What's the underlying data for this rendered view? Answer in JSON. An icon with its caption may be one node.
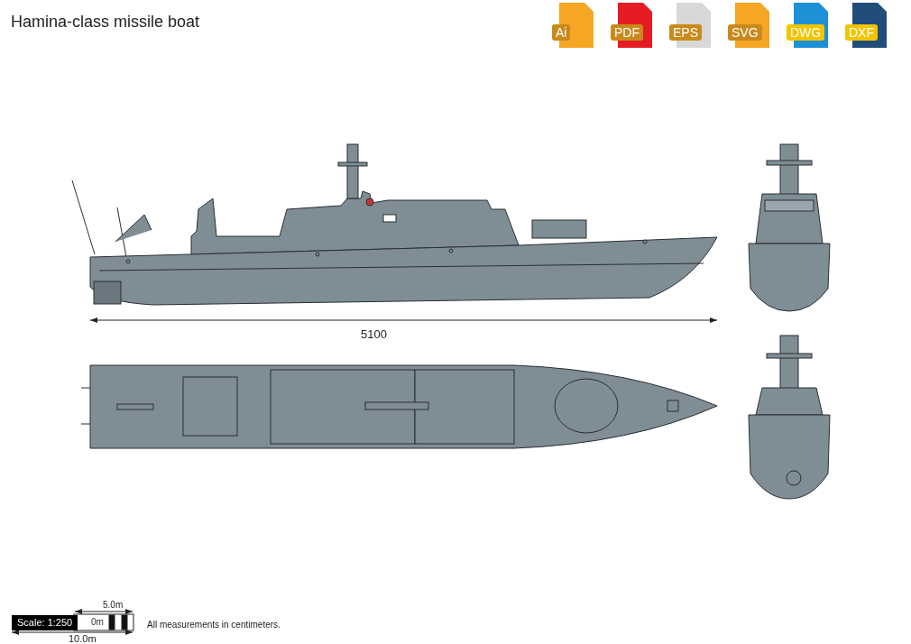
{
  "diagram": {
    "title": "Hamina-class missile boat",
    "labels": [
      "Ai",
      "PDF",
      "EPS",
      "SVG",
      "DWG",
      "DXF",
      "5100",
      "5.0m",
      "Scale: 1:250",
      "0m",
      "10.0m",
      "All measurements in centimeters."
    ]
  }
}
